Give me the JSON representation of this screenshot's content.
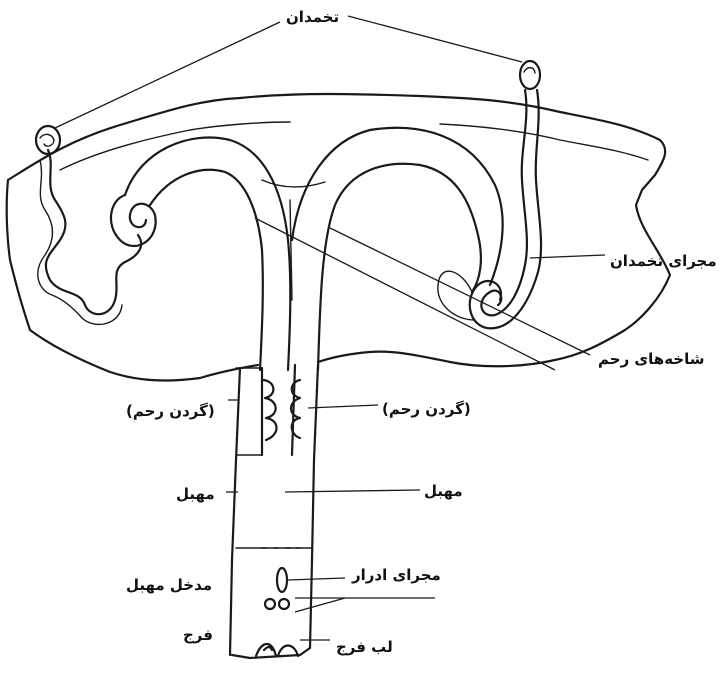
{
  "labels": {
    "ovary": "تخمدان",
    "oviduct": "مجرای تخمدان",
    "uterine_horns": "شاخه‌های رحم",
    "cervix_left": "(گردن رحم)",
    "cervix_right": "(گردن رحم)",
    "vagina_left": "مهبل",
    "vagina_right": "مهبل",
    "urethra": "مجرای ادرار",
    "vestibule": "مدخل مهبل",
    "vulva": "فرج",
    "vulva_lip": "لب فرج"
  },
  "colors": {
    "ink": "#1a1a1a",
    "background": "#ffffff"
  }
}
